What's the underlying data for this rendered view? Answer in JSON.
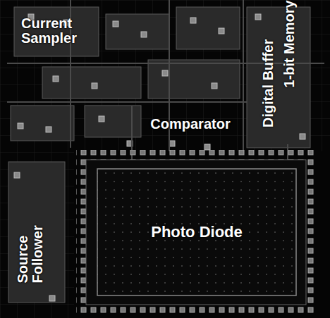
{
  "diagram": {
    "nodes": [
      {
        "text": [
          "Photo Diode"
        ]
      }
    ],
    "labels": [
      "Current Sampler",
      "Comparator",
      "Digital Buffer",
      "1-bit Memory",
      "Source Follower"
    ]
  }
}
